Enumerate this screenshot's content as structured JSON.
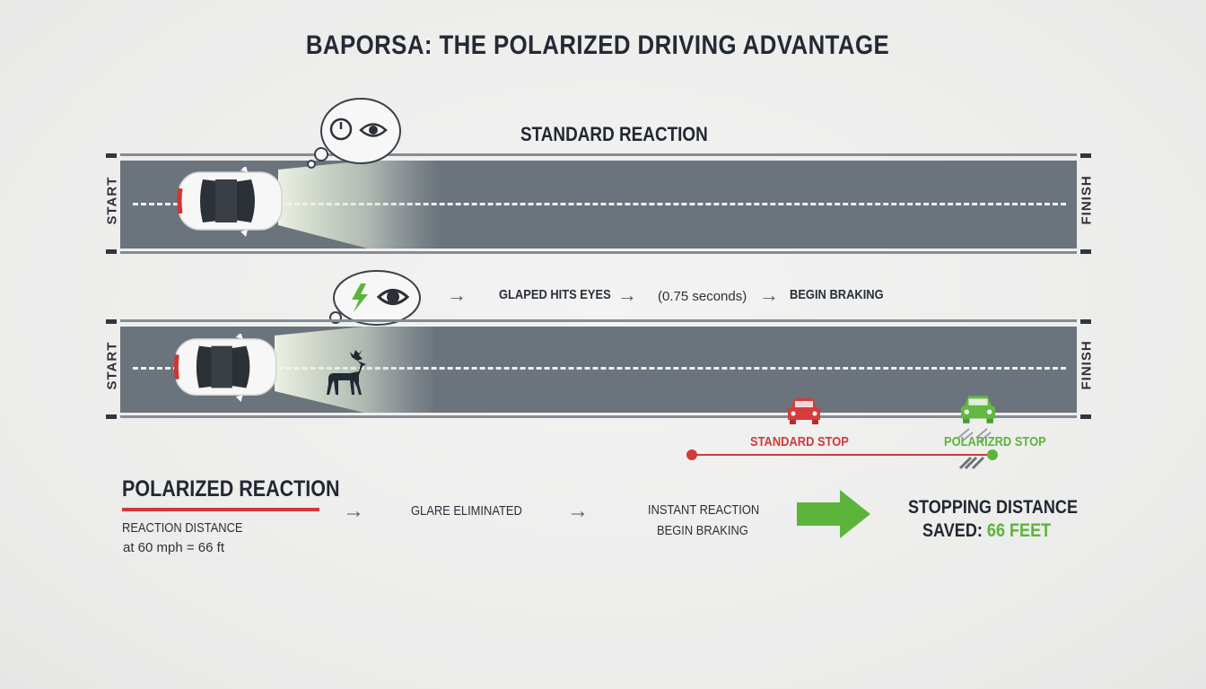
{
  "title": "BAPORSA: THE POLARIZED DRIVING ADVANTAGE",
  "standard_reaction": {
    "heading": "STANDARD REACTION",
    "thought_icons": [
      "clock-icon",
      "eye-icon"
    ]
  },
  "lanes": {
    "start_label": "START",
    "finish_label": "FINISH"
  },
  "polarized_flow": {
    "thought_icons": [
      "lightning-icon",
      "eye-icon"
    ],
    "steps": [
      "GLAPED HITS EYES",
      "(0.75 seconds)",
      "BEGIN BRAKING"
    ]
  },
  "stops": {
    "standard": "STANDARD STOP",
    "polarized": "POLARIZRD STOP"
  },
  "polarized_reaction": {
    "heading": "POLARIZED REACTION",
    "line1": "REACTION DISTANCE",
    "line2": "at 60 mph = 66 ft",
    "step1": "GLARE ELIMINATED",
    "step2_line1": "INSTANT REACTION",
    "step2_line2": "BEGIN BRAKING",
    "result_line1": "STOPPING DISTANCE",
    "result_line2_prefix": "SAVED: ",
    "result_line2_value": "66 FEET"
  },
  "colors": {
    "road": "#6b737c",
    "standard": "#d03a3a",
    "polarized": "#5db43b",
    "text": "#262b33"
  }
}
